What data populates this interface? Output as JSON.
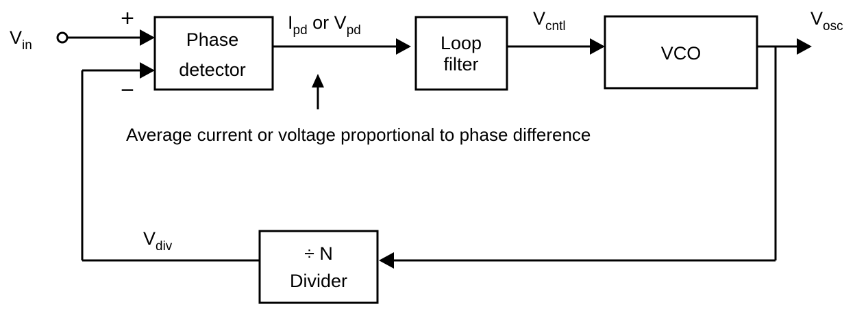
{
  "blocks": {
    "phase_detector": {
      "line1": "Phase",
      "line2": "detector"
    },
    "loop_filter": {
      "line1": "Loop",
      "line2": "filter"
    },
    "vco": {
      "label": "VCO"
    },
    "divider": {
      "line1": "÷ N",
      "line2": "Divider"
    }
  },
  "signals": {
    "vin": {
      "main": "V",
      "sub": "in"
    },
    "pd_out": {
      "i_main": "I",
      "i_sub": "pd",
      "joiner": " or ",
      "v_main": "V",
      "v_sub": "pd"
    },
    "vcntl": {
      "main": "V",
      "sub": "cntl"
    },
    "vosc": {
      "main": "V",
      "sub": "osc"
    },
    "vdiv": {
      "main": "V",
      "sub": "div"
    }
  },
  "signs": {
    "plus": "+",
    "minus": "−"
  },
  "annotation": "Average current or voltage proportional to phase difference"
}
